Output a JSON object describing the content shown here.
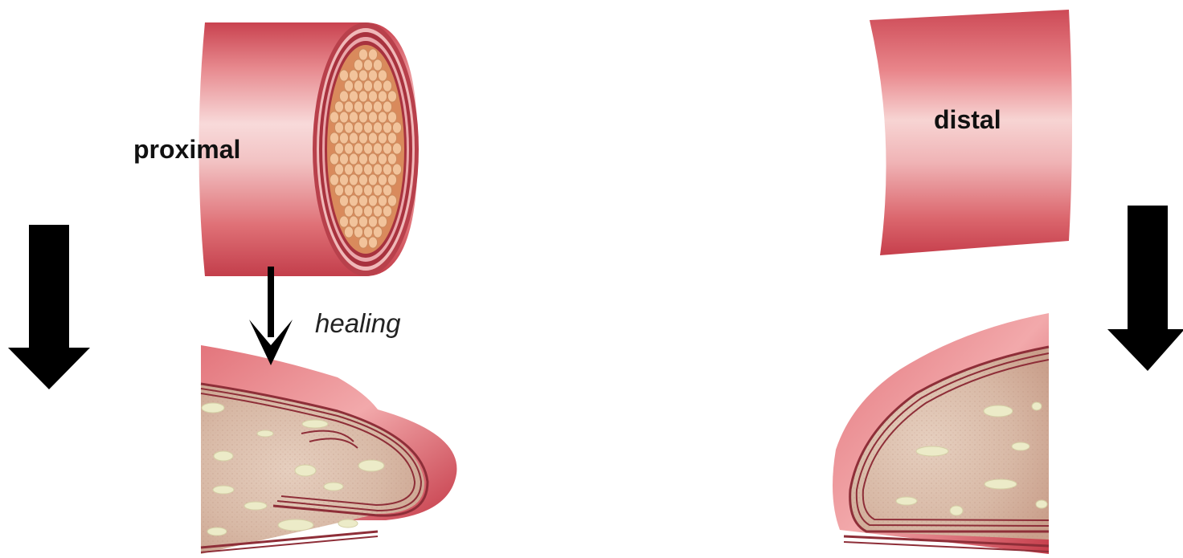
{
  "labels": {
    "proximal": "proximal",
    "distal": "distal",
    "healing": "healing"
  },
  "colors": {
    "epineurium_dark": "#c23e4b",
    "epineurium_light": "#f6d3d3",
    "sheath_line": "#8e2e38",
    "fascicle": "#f2c39b",
    "fascicle_stroke": "#c88a5e",
    "neuroma_tissue": "#dcc0ae",
    "vacuole": "#ecebc8",
    "arrow": "#000000"
  }
}
